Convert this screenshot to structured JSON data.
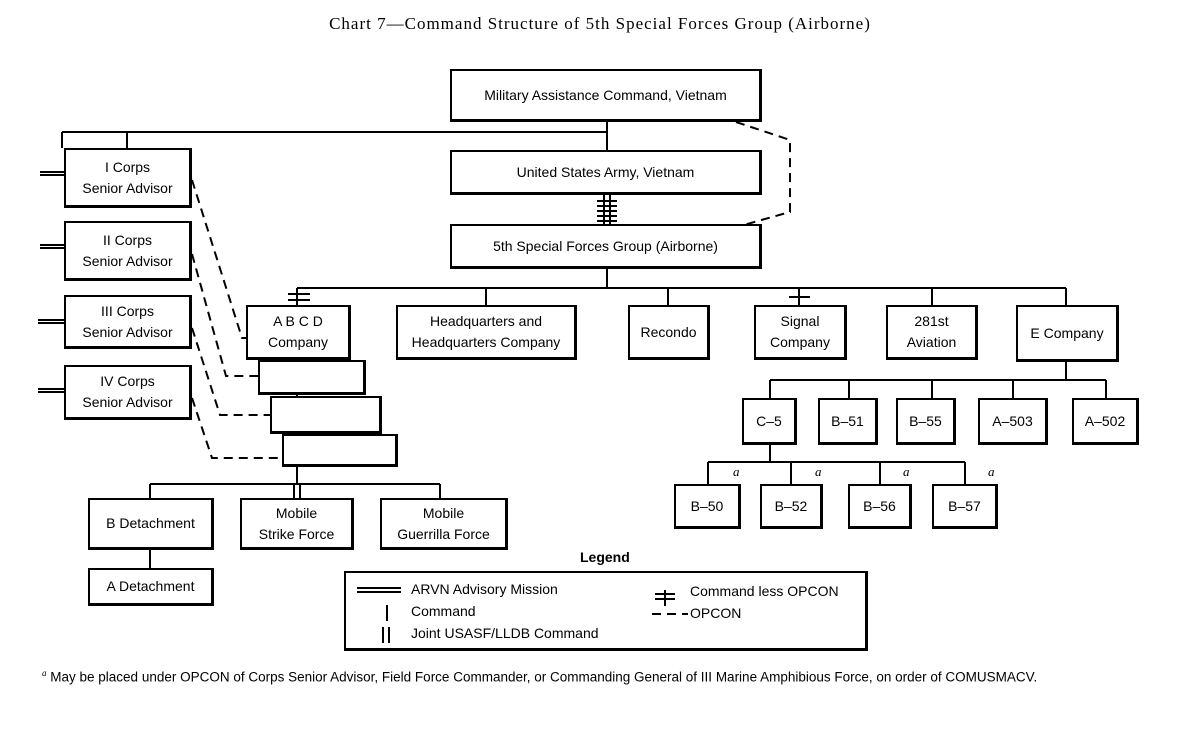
{
  "title": "Chart 7—Command Structure of 5th Special Forces Group (Airborne)",
  "nodes": {
    "macv": "Military Assistance Command, Vietnam",
    "usarv": "United States Army, Vietnam",
    "sfg": "5th Special Forces Group (Airborne)",
    "corps1": "I Corps\nSenior Advisor",
    "corps2": "II Corps\nSenior Advisor",
    "corps3": "III Corps\nSenior Advisor",
    "corps4": "IV Corps\nSenior Advisor",
    "abcd": "A B C D\nCompany",
    "hq": "Headquarters and\nHeadquarters Company",
    "recondo": "Recondo",
    "signal": "Signal\nCompany",
    "aviation": "281st\nAviation",
    "ecompany": "E Company",
    "c5": "C–5",
    "b51": "B–51",
    "b55": "B–55",
    "a503": "A–503",
    "a502": "A–502",
    "b50": "B–50",
    "b52": "B–52",
    "b56": "B–56",
    "b57": "B–57",
    "bdet": "B Detachment",
    "adet": "A Detachment",
    "msf": "Mobile\nStrike Force",
    "mgf": "Mobile\nGuerrilla Force"
  },
  "note_mark": "a",
  "legend": {
    "title": "Legend",
    "items": {
      "arvn": "ARVN Advisory Mission",
      "command": "Command",
      "joint": "Joint USASF/LLDB Command",
      "command_less_opcon": "Command less OPCON",
      "opcon": "OPCON"
    }
  },
  "footnote": {
    "mark": "a",
    "text": "May be placed under OPCON of Corps Senior Advisor, Field Force Commander, or Commanding General of III Marine Amphibious Force, on order of COMUSMACV."
  }
}
